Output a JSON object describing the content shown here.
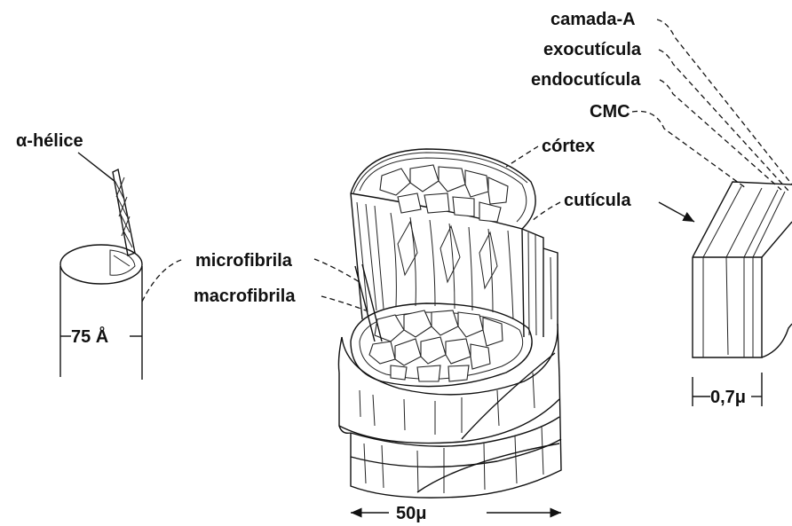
{
  "labels": {
    "alpha_helix": "α-hélice",
    "angstrom": "75 Å",
    "microfibril": "microfibrila",
    "macrofibril": "macrofibrila",
    "cortex": "córtex",
    "cuticle": "cutícula",
    "layer_a": "camada-A",
    "exocuticle": "exocutícula",
    "endocuticle": "endocutícula",
    "cmc": "CMC",
    "cuticle_thickness": "0,7μ",
    "fiber_width": "50μ"
  }
}
